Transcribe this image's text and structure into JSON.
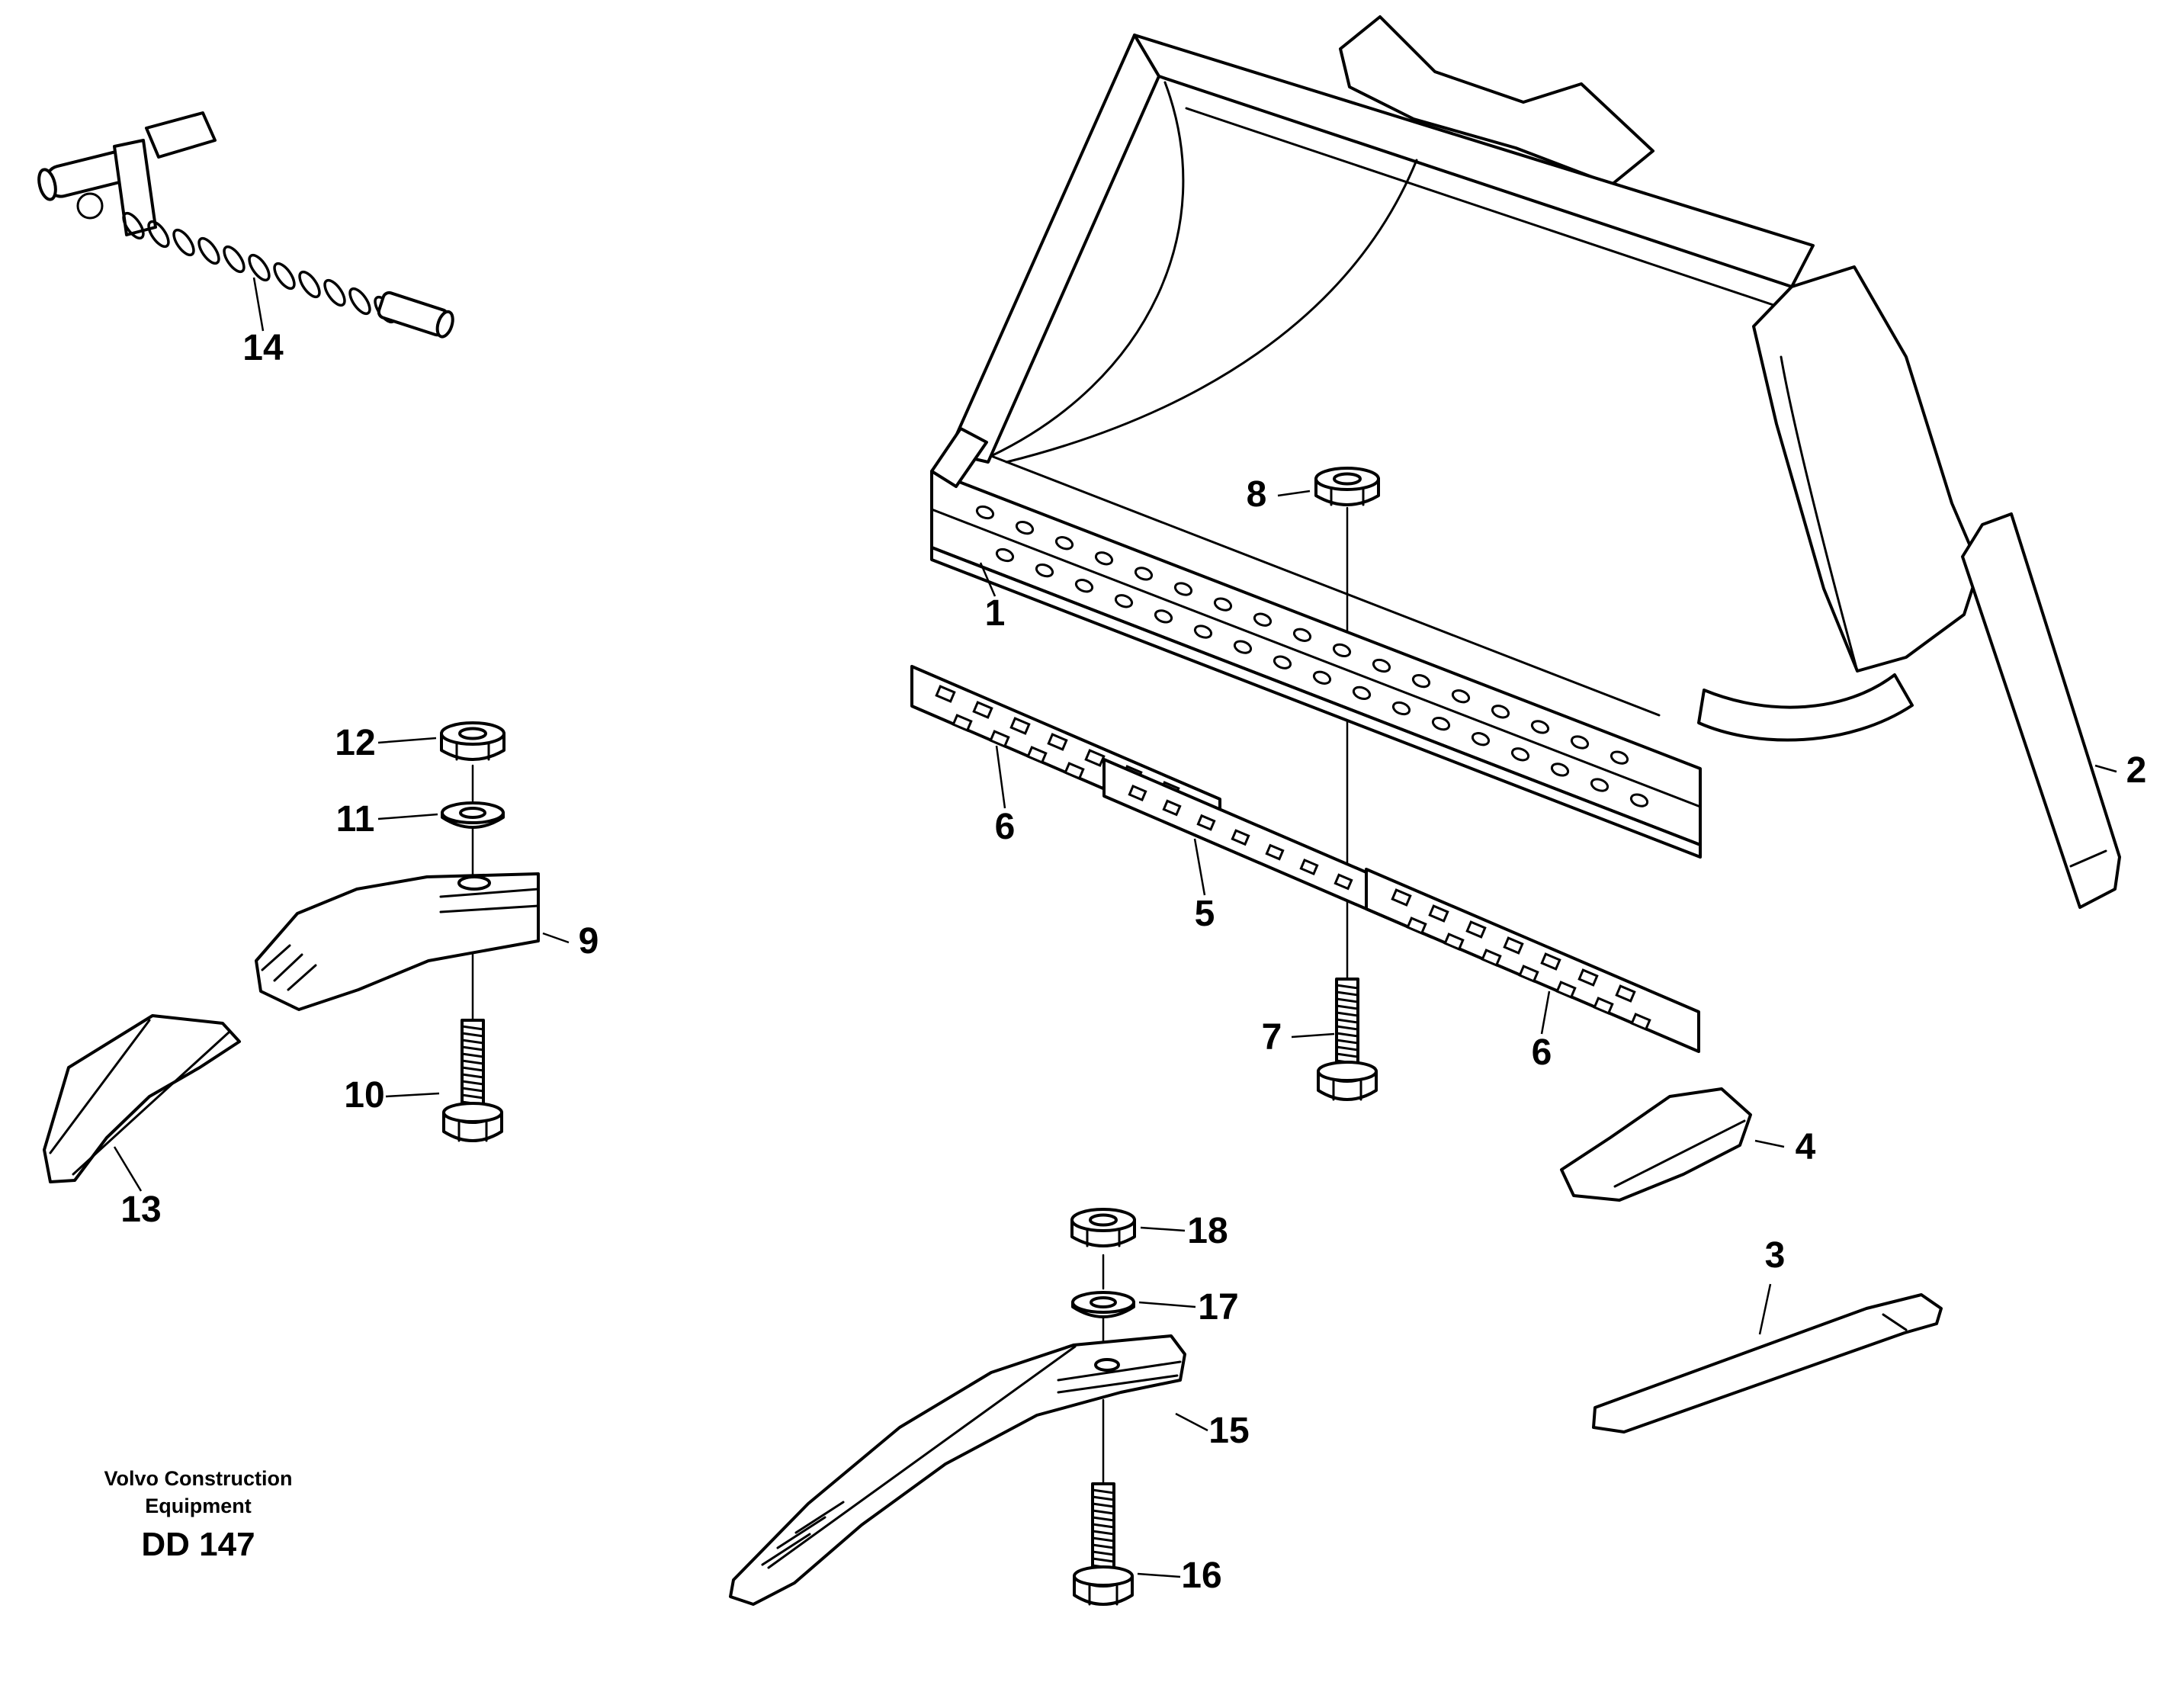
{
  "drawing": {
    "brand": {
      "line1": "Volvo Construction",
      "line2": "Equipment",
      "code": "DD 147"
    },
    "callouts": {
      "c1": "1",
      "c2": "2",
      "c3": "3",
      "c4": "4",
      "c5": "5",
      "c6a": "6",
      "c6b": "6",
      "c7": "7",
      "c8": "8",
      "c9": "9",
      "c10": "10",
      "c11": "11",
      "c12": "12",
      "c13": "13",
      "c14": "14",
      "c15": "15",
      "c16": "16",
      "c17": "17",
      "c18": "18"
    },
    "colors": {
      "ink": "#000000",
      "paper": "#ffffff"
    }
  }
}
